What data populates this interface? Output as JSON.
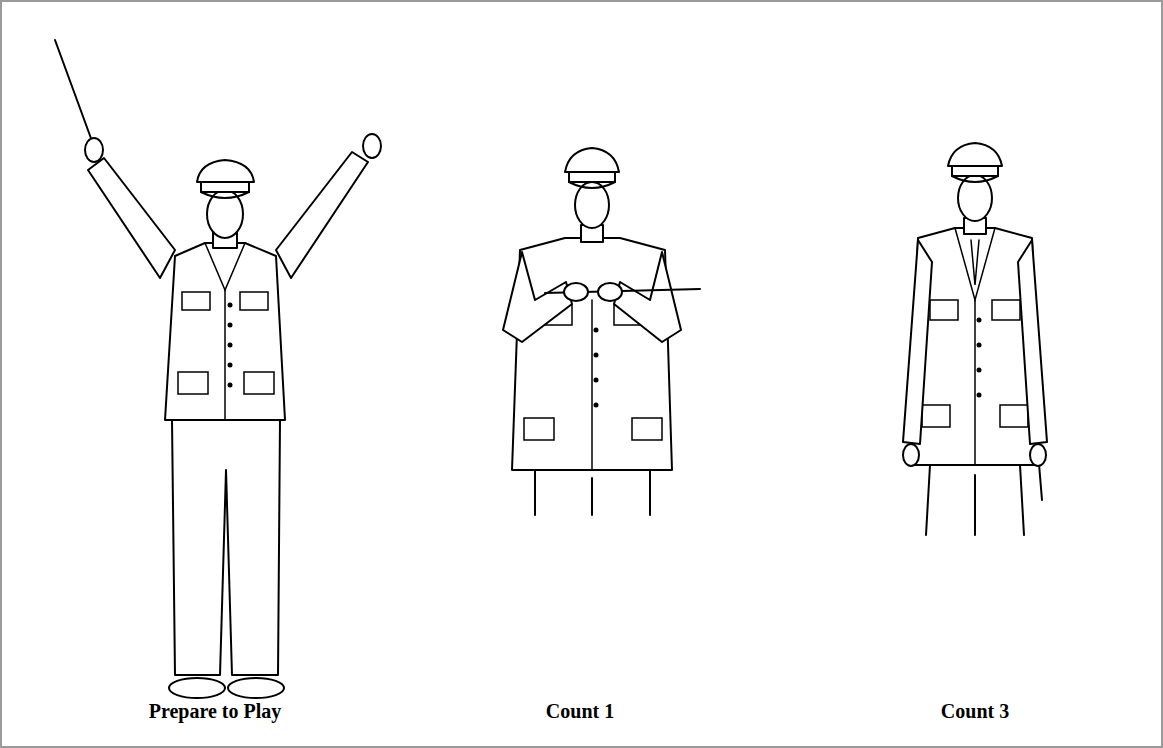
{
  "diagram": {
    "labels": [
      "Prepare to Play",
      "Count 1",
      "Count 3"
    ]
  }
}
